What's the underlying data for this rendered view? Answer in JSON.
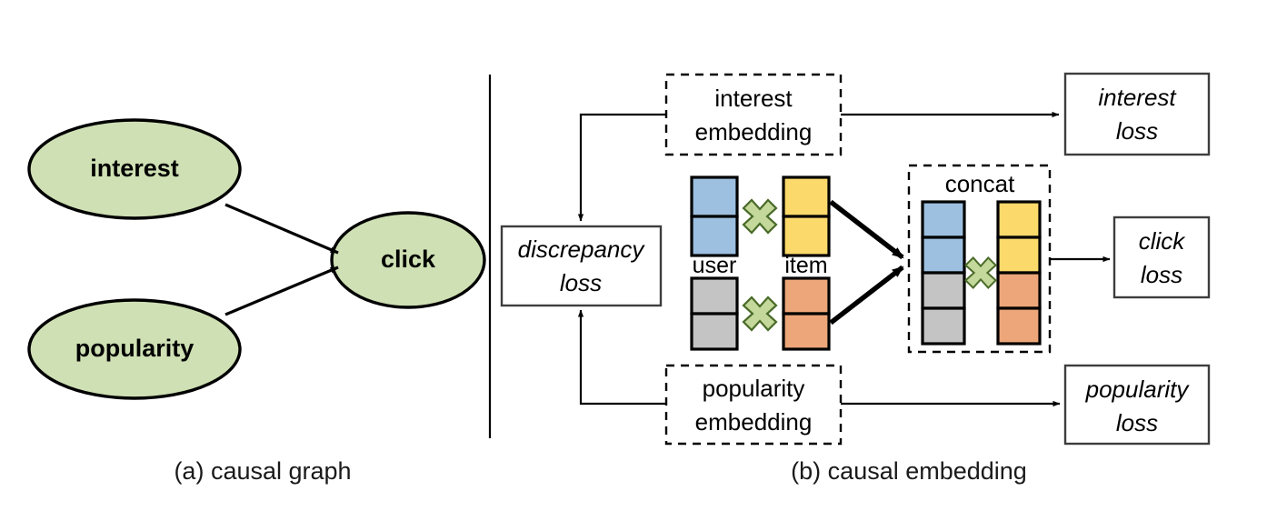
{
  "figure": {
    "panel_a": {
      "caption": "(a) causal graph",
      "nodes": [
        {
          "id": "interest",
          "label": "interest"
        },
        {
          "id": "popularity",
          "label": "popularity"
        },
        {
          "id": "click",
          "label": "click"
        }
      ],
      "edges": [
        {
          "from": "interest",
          "to": "click"
        },
        {
          "from": "popularity",
          "to": "click"
        }
      ],
      "node_fill": "#cfe0b4",
      "node_stroke": "#000000"
    },
    "panel_b": {
      "caption": "(b) causal embedding",
      "dashed_boxes": [
        {
          "id": "interest-embedding",
          "line1": "interest",
          "line2": "embedding"
        },
        {
          "id": "popularity-embedding",
          "line1": "popularity",
          "line2": "embedding"
        },
        {
          "id": "concat",
          "line1": "concat",
          "line2": ""
        }
      ],
      "solid_boxes": [
        {
          "id": "discrepancy-loss",
          "line1": "discrepancy",
          "line2": "loss"
        },
        {
          "id": "interest-loss",
          "line1": "interest",
          "line2": "loss"
        },
        {
          "id": "click-loss",
          "line1": "click",
          "line2": "loss"
        },
        {
          "id": "popularity-loss",
          "line1": "popularity",
          "line2": "loss"
        }
      ],
      "vector_labels": [
        {
          "id": "user",
          "label": "user"
        },
        {
          "id": "item",
          "label": "item"
        }
      ],
      "vectors": [
        {
          "id": "interest-user-vector",
          "role": "user",
          "branch": "interest",
          "cells": [
            "#9dc0e0",
            "#9dc0e0"
          ]
        },
        {
          "id": "interest-item-vector",
          "role": "item",
          "branch": "interest",
          "cells": [
            "#fbd96b",
            "#fbd96b"
          ]
        },
        {
          "id": "popularity-user-vector",
          "role": "user",
          "branch": "popularity",
          "cells": [
            "#c4c4c4",
            "#c4c4c4"
          ]
        },
        {
          "id": "popularity-item-vector",
          "role": "item",
          "branch": "popularity",
          "cells": [
            "#eda679",
            "#eda679"
          ]
        },
        {
          "id": "concat-user-vector",
          "role": "user",
          "branch": "concat",
          "cells": [
            "#9dc0e0",
            "#9dc0e0",
            "#c4c4c4",
            "#c4c4c4"
          ]
        },
        {
          "id": "concat-item-vector",
          "role": "item",
          "branch": "concat",
          "cells": [
            "#fbd96b",
            "#fbd96b",
            "#eda679",
            "#eda679"
          ]
        }
      ],
      "operators": [
        {
          "id": "interest-product",
          "symbol": "cross-product"
        },
        {
          "id": "popularity-product",
          "symbol": "cross-product"
        },
        {
          "id": "concat-product",
          "symbol": "cross-product"
        }
      ],
      "colors": {
        "user_interest": "#9dc0e0",
        "item_interest": "#fbd96b",
        "user_popularity": "#c4c4c4",
        "item_popularity": "#eda679",
        "operator_fill": "#c3d89a",
        "operator_stroke": "#4a6b28"
      }
    }
  }
}
